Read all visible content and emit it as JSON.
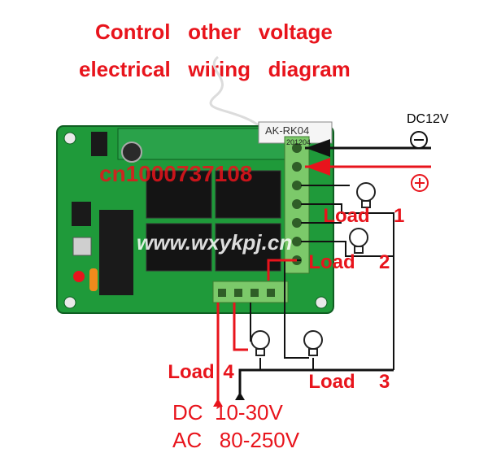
{
  "title": {
    "line1": "Control   other   voltage",
    "line2": "electrical   wiring   diagram"
  },
  "power": {
    "label": "DC12V",
    "minus_symbol": "−",
    "plus_symbol": "+"
  },
  "board": {
    "model": "AK-RK04",
    "date_code": "201204",
    "watermark_id": "cn1000737108",
    "watermark_url": "www.wxykpj.cn"
  },
  "loads": [
    {
      "label": "Load",
      "num": "1"
    },
    {
      "label": "Load",
      "num": "2"
    },
    {
      "label": "Load",
      "num": "3"
    },
    {
      "label": "Load",
      "num": "4"
    }
  ],
  "supply": {
    "dc": "DC  10-30V",
    "ac": "AC   80-250V"
  },
  "colors": {
    "pcb": "#1f9a3a",
    "terminal": "#7cc96a",
    "accent_red": "#e8141c",
    "wire": "#111111"
  }
}
